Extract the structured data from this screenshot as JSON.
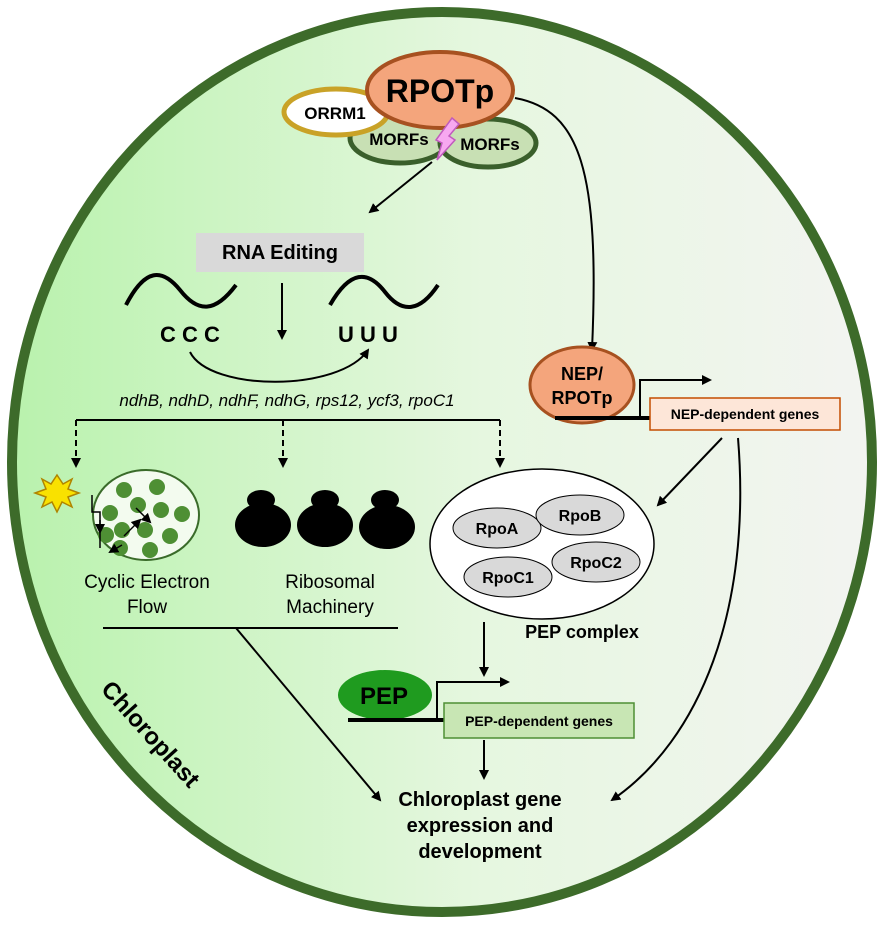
{
  "proteins": {
    "rpotp": "RPOTp",
    "orrm1": "ORRM1",
    "morfs_left": "MORFs",
    "morfs_right": "MORFs"
  },
  "rna_editing": {
    "label": "RNA Editing",
    "before": "C C C",
    "after": "U U U"
  },
  "edited_genes": "ndhB, ndhD, ndhF, ndhG, rps12, ycf3, rpoC1",
  "outputs": {
    "cyclic_line1": "Cyclic Electron",
    "cyclic_line2": "Flow",
    "ribo_line1": "Ribosomal",
    "ribo_line2": "Machinery"
  },
  "nep": {
    "line1": "NEP/",
    "line2": "RPOTp",
    "genes": "NEP-dependent genes"
  },
  "pep_complex": {
    "label": "PEP complex",
    "subunits": [
      "RpoA",
      "RpoB",
      "RpoC1",
      "RpoC2"
    ]
  },
  "pep": {
    "label": "PEP",
    "genes": "PEP-dependent genes"
  },
  "result": {
    "line1": "Chloroplast gene",
    "line2": "expression and",
    "line3": "development"
  },
  "compartment": "Chloroplast",
  "colors": {
    "chloroplast_border": "#3d6b2a",
    "rpotp_fill": "#f4a57c",
    "orrm1_border": "#c9a227",
    "morfs_fill": "#c8e0b4",
    "pep_fill": "#1f9b1f",
    "pep_genes_fill": "#c8e6b4",
    "nep_genes_fill": "#fde6d8",
    "editing_box": "#d9d9d9"
  }
}
